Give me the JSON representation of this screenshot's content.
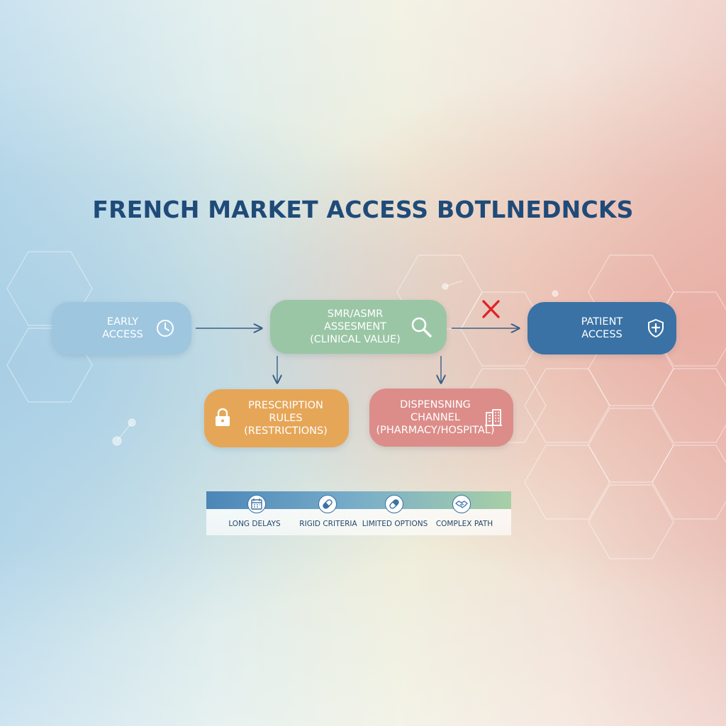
{
  "title": "FRENCH MARKET ACCESS BOTLNEDNCKS",
  "colors": {
    "title": "#1f4b79",
    "early_access": "#9ec6df",
    "assessment": "#9ac6a6",
    "patient_access": "#3a72a5",
    "prescription": "#e6a658",
    "dispensing": "#dc8d89",
    "blocked_mark": "#e0242a"
  },
  "nodes": {
    "early_access": {
      "lines": [
        "EARLY",
        "ACCESS"
      ],
      "icon": "clock-icon"
    },
    "assessment": {
      "lines": [
        "SMR/ASMR",
        "ASSESMENT",
        "(CLINICAL VALUE)"
      ],
      "icon": "magnifier-icon"
    },
    "patient_access": {
      "lines": [
        "PATIENT",
        "ACCESS"
      ],
      "icon": "shield-icon"
    },
    "prescription": {
      "lines": [
        "PRESCRIPTION",
        "RULES",
        "(RESTRICTIONS)"
      ],
      "icon": "lock-icon"
    },
    "dispensing": {
      "lines": [
        "DISPENSNING",
        "CHANNEL",
        "(PHARMACY/HOSPITAL)"
      ],
      "icon": "building-icon"
    }
  },
  "edges": [
    {
      "from": "early_access",
      "to": "assessment",
      "blocked": false
    },
    {
      "from": "assessment",
      "to": "patient_access",
      "blocked": true
    },
    {
      "from": "assessment",
      "to": "prescription",
      "blocked": false
    },
    {
      "from": "assessment",
      "to": "dispensing",
      "blocked": false
    }
  ],
  "legend": [
    {
      "label": "LONG DELAYS",
      "icon": "calendar-icon"
    },
    {
      "label": "RIGID CRITERIA",
      "icon": "pill-icon"
    },
    {
      "label": "LIMITED OPTIONS",
      "icon": "capsule-icon"
    },
    {
      "label": "COMPLEX PATH",
      "icon": "handshake-icon"
    }
  ]
}
